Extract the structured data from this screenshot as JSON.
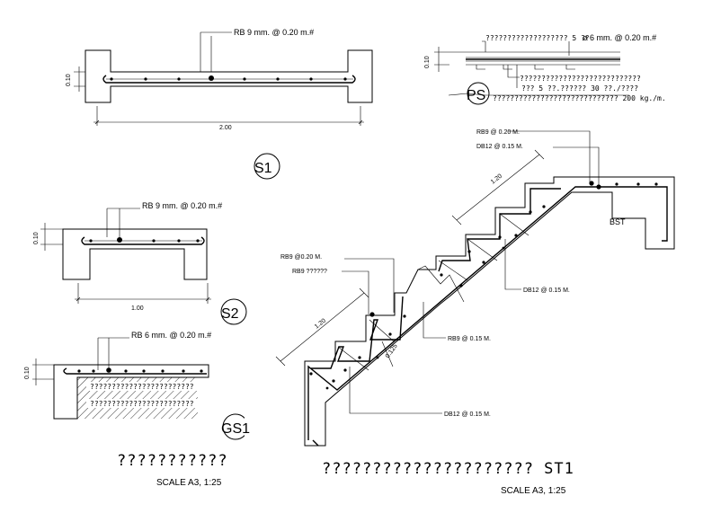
{
  "s1": {
    "note": "RB 9 mm. @ 0.20 m.#",
    "thickness": "0.10",
    "span": "2.00",
    "tag": "S1"
  },
  "ps": {
    "note1": "??????????????????? 5 ??",
    "note2": "ø 6 mm. @ 0.20 m.#",
    "note3": "????????????????????????????",
    "note4": "??? 5 ??.?????? 30 ??./????",
    "note5": "????????????????????????????? 200 kg./m.",
    "thickness": "0.10",
    "tag": "PS"
  },
  "s2": {
    "note": "RB 9 mm. @ 0.20 m.#",
    "thickness": "0.10",
    "span": "1.00",
    "tag": "S2"
  },
  "gs1": {
    "note": "RB 6 mm. @ 0.20 m.#",
    "thickness": "0.10",
    "soil1": "????????????????????????",
    "soil2": "????????????????????????",
    "tag": "GS1"
  },
  "stair": {
    "rb9_top": "RB9 @ 0.20 M.",
    "db12_top": "DB12 @ 0.15 M.",
    "dim_top": "1.20",
    "bst": "BST",
    "rb9_left": "RB9 @0.20 M.",
    "rb9_extra": "RB9 ??????",
    "db12_mid": "DB12 @ 0.15 M.",
    "dim_left": "1.20",
    "rb9_mid": "RB9 @ 0.15 M.",
    "slab_t": "0.125",
    "db12_bot": "DB12 @ 0.15 M."
  },
  "titles": {
    "left_title": "???????????",
    "left_scale": "SCALE A3, 1:25",
    "right_title": "????????????????????? ST1",
    "right_scale": "SCALE A3, 1:25"
  }
}
